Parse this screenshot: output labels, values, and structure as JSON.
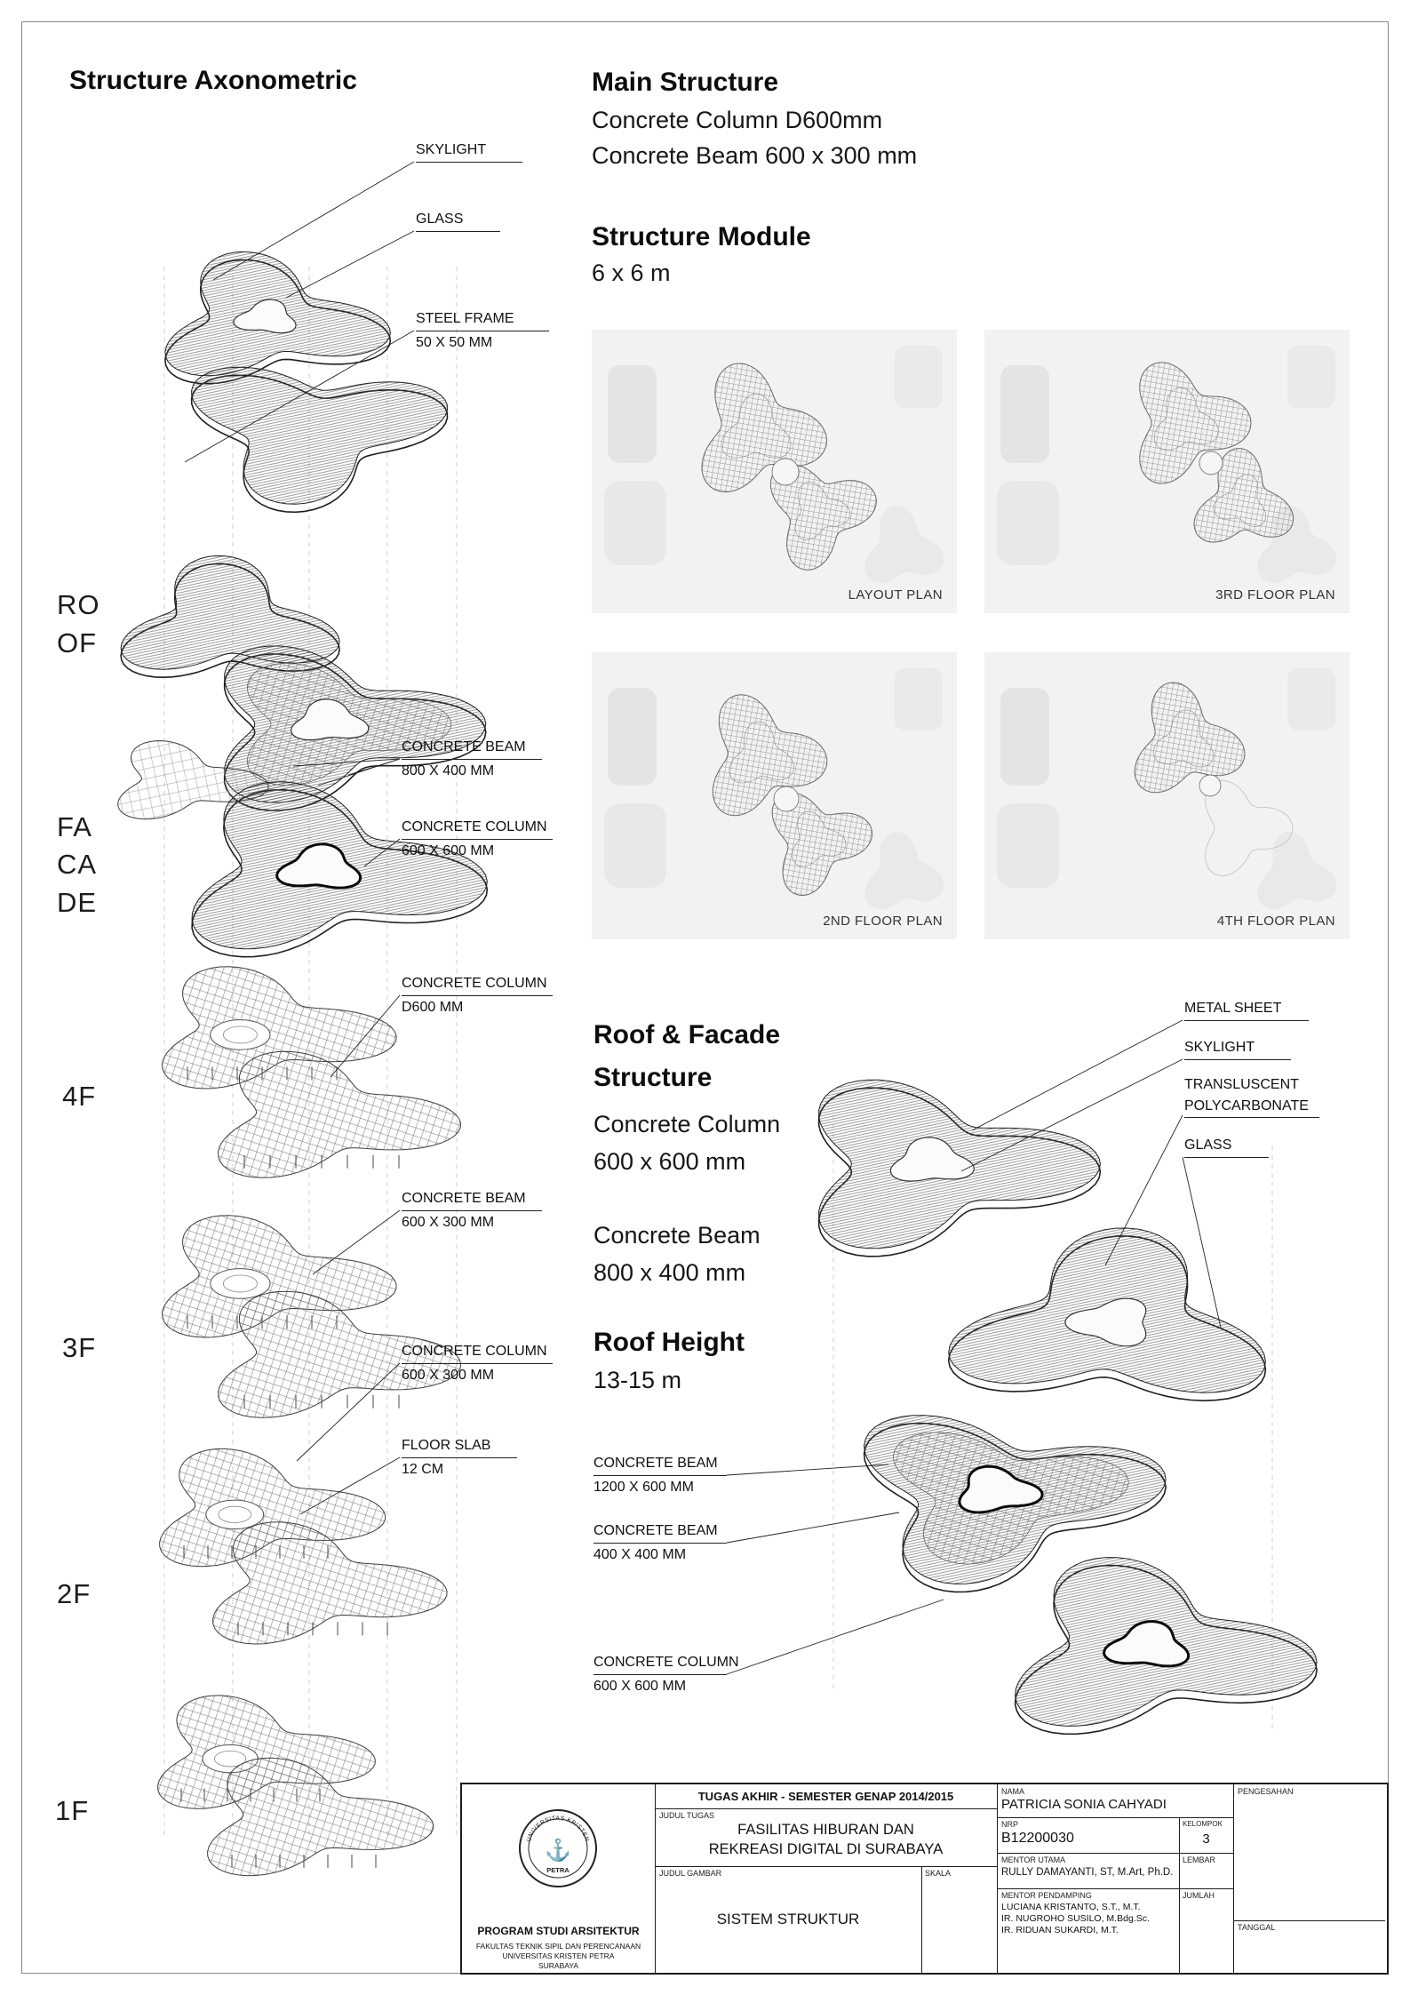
{
  "axonometric": {
    "title": "Structure Axonometric",
    "floors": [
      "RO",
      "OF",
      "FA",
      "CA",
      "DE",
      "4F",
      "3F",
      "2F",
      "1F"
    ],
    "annotations": [
      {
        "label": "SKYLIGHT",
        "sub": ""
      },
      {
        "label": "GLASS",
        "sub": ""
      },
      {
        "label": "STEEL FRAME",
        "sub": "50 X 50 MM"
      },
      {
        "label": "CONCRETE BEAM",
        "sub": "800 X 400 MM"
      },
      {
        "label": "CONCRETE COLUMN",
        "sub": "600 X 600 MM"
      },
      {
        "label": "CONCRETE COLUMN",
        "sub": "D600 MM"
      },
      {
        "label": "CONCRETE BEAM",
        "sub": "600 X 300 MM"
      },
      {
        "label": "CONCRETE COLUMN",
        "sub": "600 X 300 MM"
      },
      {
        "label": "FLOOR SLAB",
        "sub": "12 CM"
      }
    ]
  },
  "main_structure": {
    "title": "Main Structure",
    "line1": "Concrete Column D600mm",
    "line2": "Concrete Beam 600 x 300 mm",
    "module_title": "Structure Module",
    "module_value": "6 x 6 m"
  },
  "plans": [
    {
      "label": "LAYOUT PLAN"
    },
    {
      "label": "3RD FLOOR PLAN"
    },
    {
      "label": "2ND FLOOR PLAN"
    },
    {
      "label": "4TH FLOOR PLAN"
    }
  ],
  "roof_facade": {
    "title_line1": "Roof & Facade",
    "title_line2": "Structure",
    "column_line1": "Concrete Column",
    "column_line2": "600 x 600 mm",
    "beam_line1": "Concrete Beam",
    "beam_line2": "800 x 400 mm",
    "height_title": "Roof Height",
    "height_value": "13-15 m",
    "annotations": [
      {
        "label": "METAL SHEET",
        "sub": ""
      },
      {
        "label": "SKYLIGHT",
        "sub": ""
      },
      {
        "label": "TRANSLUSCENT",
        "sub": "POLYCARBONATE"
      },
      {
        "label": "GLASS",
        "sub": ""
      },
      {
        "label": "CONCRETE BEAM",
        "sub": "1200 X 600 MM"
      },
      {
        "label": "CONCRETE BEAM",
        "sub": "400 X 400 MM"
      },
      {
        "label": "CONCRETE COLUMN",
        "sub": "600 X 600 MM"
      }
    ]
  },
  "title_block": {
    "header": "TUGAS AKHIR - SEMESTER GENAP 2014/2015",
    "judul_tugas_label": "JUDUL TUGAS",
    "judul_tugas_line1": "FASILITAS HIBURAN DAN",
    "judul_tugas_line2": "REKREASI DIGITAL DI SURABAYA",
    "judul_gambar_label": "JUDUL GAMBAR",
    "judul_gambar": "SISTEM STRUKTUR",
    "skala_label": "SKALA",
    "nama_label": "NAMA",
    "nama": "PATRICIA SONIA CAHYADI",
    "nrp_label": "NRP",
    "nrp": "B12200030",
    "kelompok_label": "KELOMPOK",
    "kelompok": "3",
    "mentor_utama_label": "MENTOR UTAMA",
    "mentor_utama": "RULLY DAMAYANTI, ST, M.Art, Ph.D.",
    "mentor_pendamping_label": "MENTOR PENDAMPING",
    "mentor_pendamping_1": "LUCIANA KRISTANTO, S.T., M.T.",
    "mentor_pendamping_2": "IR. NUGROHO SUSILO, M.Bdg.Sc.",
    "mentor_pendamping_3": "IR. RIDUAN SUKARDI, M.T.",
    "lembar_label": "LEMBAR",
    "jumlah_label": "JUMLAH",
    "pengesahan_label": "PENGESAHAN",
    "tanggal_label": "TANGGAL",
    "program": "PROGRAM STUDI ARSITEKTUR",
    "fakultas": "FAKULTAS TEKNIK SIPIL DAN PERENCANAAN",
    "universitas": "UNIVERSITAS KRISTEN PETRA",
    "kota": "SURABAYA",
    "logo_arc_top": "UNIVERSITAS KRISTEN",
    "logo_petra": "PETRA",
    "logo_glyph": "⚓"
  }
}
